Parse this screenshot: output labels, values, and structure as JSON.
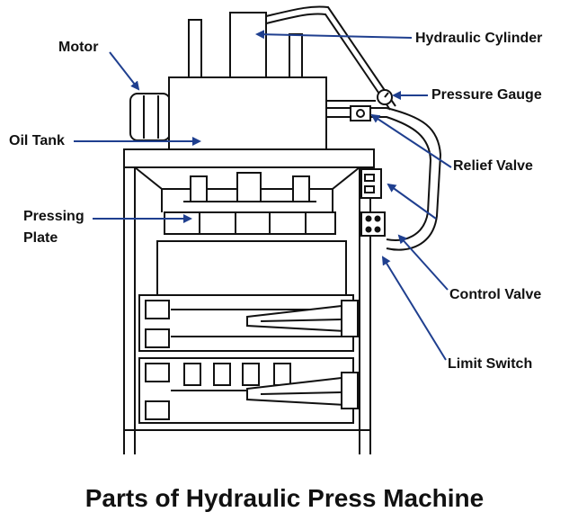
{
  "caption": "Parts of Hydraulic Press Machine",
  "labels": {
    "motor": "Motor",
    "oil_tank": "Oil Tank",
    "pressing_plate": "Pressing Plate",
    "hydraulic_cylinder": "Hydraulic Cylinder",
    "pressure_gauge": "Pressure Gauge",
    "relief_valve": "Relief Valve",
    "control_valve": "Control Valve",
    "limit_switch": "Limit Switch"
  },
  "colors": {
    "line": "#111111",
    "arrow": "#1f3f8f",
    "background": "#ffffff"
  }
}
